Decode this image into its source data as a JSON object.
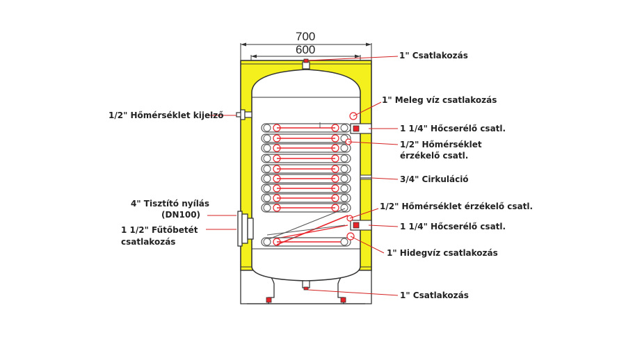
{
  "dimensions": {
    "outer": "700",
    "inner": "600"
  },
  "labels": {
    "top_connection": "1\" Csatlakozás",
    "hot_water": "1\" Meleg víz csatlakozás",
    "upper_coil": "1 1/4\" Hőcserélő  csatl.",
    "upper_sensor_line1": "1/2\" Hőmérséklet",
    "upper_sensor_line2": "érzékelő csatl.",
    "circulation": "3/4\" Cirkuláció",
    "lower_sensor": "1/2\" Hőmérséklet  érzékelő csatl.",
    "lower_coil": "1 1/4\" Hőcserélő  csatl.",
    "cold_water": "1\" Hidegvíz csatlakozás",
    "bottom_connection": "1\" Csatlakozás",
    "thermometer": "1/2\" Hőmérséklet kijelző",
    "cleaning_line1": "4\" Tisztító nyílás",
    "cleaning_line2": "(DN100)",
    "heater_line1": "1 1/2\" Fűtőbetét",
    "heater_line2": "csatlakozás"
  },
  "colors": {
    "insulation": "#f4f01e",
    "tank_body": "#ffffff",
    "outline": "#333333",
    "coil_red": "#e8232a",
    "leader_red": "#d42020",
    "pipe_fill": "#e8e8e8"
  }
}
